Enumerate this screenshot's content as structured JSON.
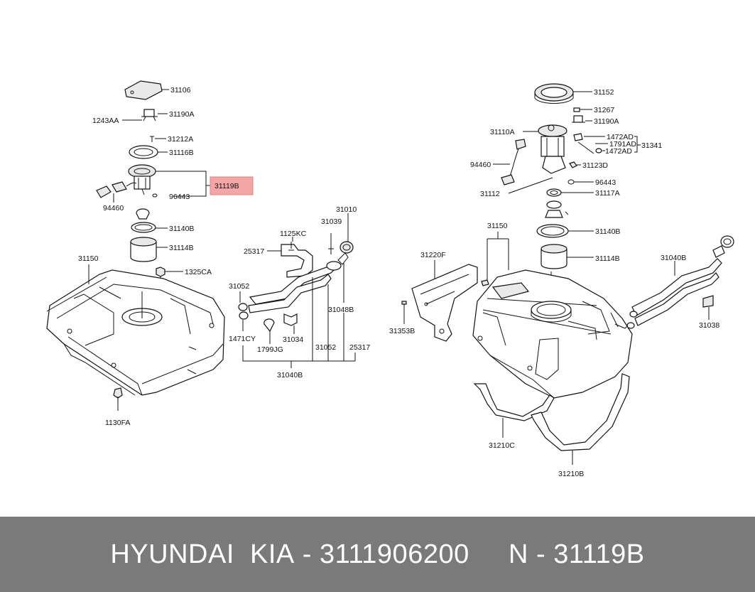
{
  "labels": {
    "l31106": "31106",
    "l1243AA": "1243AA",
    "l31190A_l": "31190A",
    "l31212A": "31212A",
    "l31116B": "31116B",
    "l31119B": "31119B",
    "l96443_l": "96443",
    "l94460_l": "94460",
    "l31140B_l": "31140B",
    "l31114B_l": "31114B",
    "l1325CA": "1325CA",
    "l31150_l": "31150",
    "l1130FA": "1130FA",
    "l1125KC": "1125KC",
    "l25317_a": "25317",
    "l31039": "31039",
    "l31010": "31010",
    "l31052_a": "31052",
    "l31048B": "31048B",
    "l1471CY": "1471CY",
    "l1799JG": "1799JG",
    "l31034": "31034",
    "l31052_b": "31052",
    "l25317_b": "25317",
    "l31040B_b": "31040B",
    "l31152": "31152",
    "l31267": "31267",
    "l31190A_r": "31190A",
    "l31110A": "31110A",
    "l1472AD_a": "1472AD",
    "l1791AD": "1791AD",
    "l1472AD_b": "1472AD",
    "l31341": "31341",
    "l94460_r": "94460",
    "l31123D": "31123D",
    "l31112": "31112",
    "l96443_r": "96443",
    "l31117A": "31117A",
    "l31150_r": "31150",
    "l31220F": "31220F",
    "l31140B_r": "31140B",
    "l31114B_r": "31114B",
    "l31040B_r": "31040B",
    "l31353B": "31353B",
    "l31038": "31038",
    "l31210C": "31210C",
    "l31210B": "31210B"
  },
  "footer": {
    "brand": "HYUNDAI  KIA",
    "sep1": " - ",
    "part_number": "3111906200",
    "gap": "     ",
    "ref_prefix": "N",
    "sep2": " - ",
    "ref_code": "31119B"
  },
  "highlight_color": "#f4a6a6"
}
